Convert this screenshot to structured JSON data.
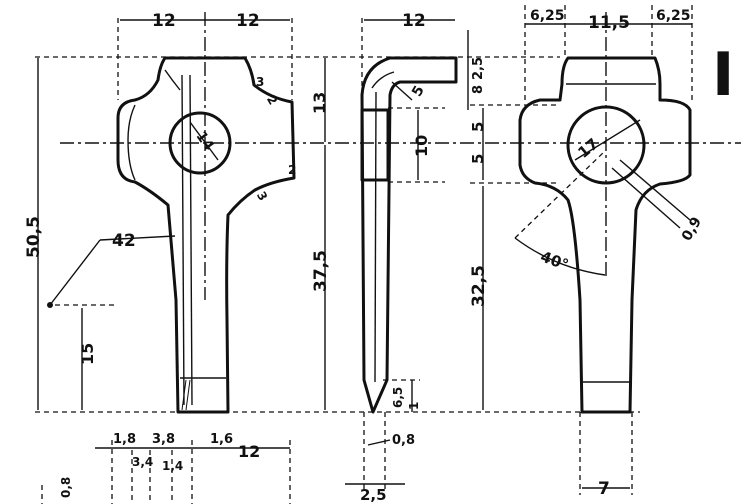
{
  "sheet_mark": "I",
  "dimensions": {
    "front": {
      "left_half_width": "12",
      "right_half_width": "12",
      "total_height": "50,5",
      "head_height": "13",
      "shank_height": "37,5",
      "bottom_mark": "15",
      "center_hole": "14",
      "radius_1": "3",
      "radius_2": "2",
      "radius_3": "3",
      "radius_4": "2",
      "taper": "42"
    },
    "side": {
      "top_width": "12",
      "bend_radius": "5",
      "top_thickness": "2,5",
      "head_depth": "8",
      "hole_span": "10",
      "tip_height": "6,5",
      "tip_offset": "1",
      "tip_thickness": "0,8",
      "base_width": "2,5"
    },
    "rear": {
      "left_offset": "6,25",
      "center_width": "11,5",
      "right_offset": "6,25",
      "upper_half": "5",
      "lower_half": "5",
      "shank_height": "32,5",
      "hole_diameter": "17",
      "slot_width": "0,9",
      "angle": "40°",
      "bottom_width": "7"
    },
    "bottom_row": {
      "a": "1,8",
      "b": "3,8",
      "c": "1,6",
      "d": "12",
      "e": "3,4",
      "f": "1,4",
      "g": "0,8"
    }
  }
}
